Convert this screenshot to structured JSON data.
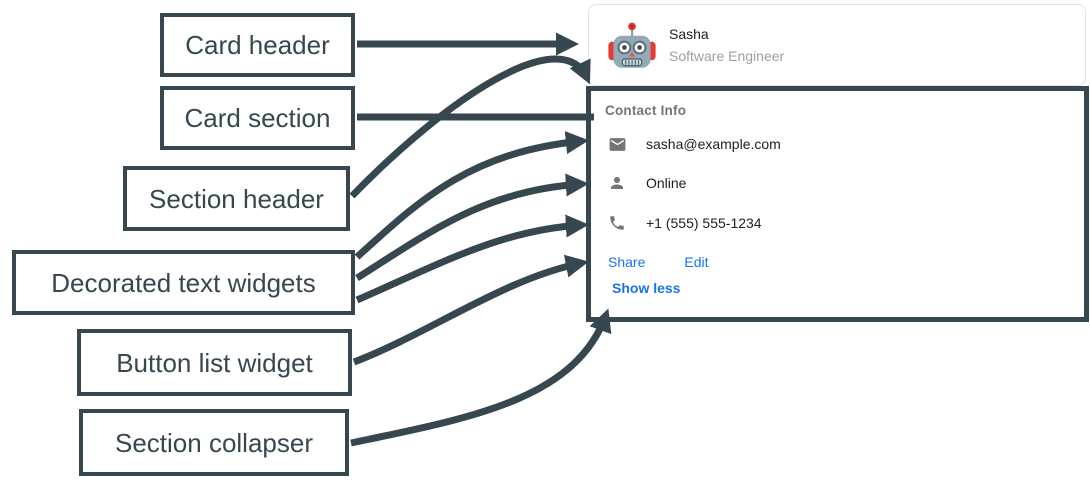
{
  "colors": {
    "annotation": "#37474F",
    "link_blue": "#1A73E8",
    "status_green": "#82D982",
    "muted_gray": "#757575",
    "subtitle_gray": "#9AA0A6",
    "text_dark": "#202124"
  },
  "annotations": {
    "labels": [
      {
        "id": "card-header",
        "text": "Card header"
      },
      {
        "id": "card-section",
        "text": "Card section"
      },
      {
        "id": "section-header",
        "text": "Section header"
      },
      {
        "id": "decorated-text-widgets",
        "text": "Decorated text widgets"
      },
      {
        "id": "button-list-widget",
        "text": "Button list widget"
      },
      {
        "id": "section-collapser",
        "text": "Section collapser"
      }
    ]
  },
  "card": {
    "header": {
      "avatar_icon": "robot-avatar",
      "name": "Sasha",
      "subtitle": "Software Engineer"
    },
    "section": {
      "title": "Contact Info",
      "rows": [
        {
          "icon": "email-icon",
          "text": "sasha@example.com"
        },
        {
          "icon": "person-icon",
          "text": "Online"
        },
        {
          "icon": "phone-icon",
          "text": "+1 (555) 555-1234"
        }
      ],
      "buttons": [
        {
          "label": "Share"
        },
        {
          "label": "Edit"
        }
      ],
      "collapser": {
        "label": "Show less"
      }
    }
  }
}
